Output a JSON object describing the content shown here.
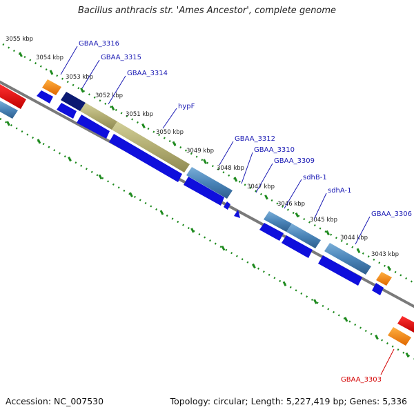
{
  "title": "Bacillus anthracis str. 'Ames Ancestor', complete genome",
  "footer": {
    "accession": "Accession: NC_007530",
    "topology": "Topology: circular; Length: 5,227,419 bp; Genes: 5,336"
  },
  "colors": {
    "backbone": "#7a7a7a",
    "tick_green": "#1e8a1e",
    "cds_blue": "#0f0fdc",
    "gene_steel": "#4a84b8",
    "gene_navy": "#0b1a72",
    "gene_olive": "#b2ad72",
    "gene_orange": "#f08010",
    "gene_red": "#e80000",
    "label_blue": "#1a1ab4",
    "label_red": "#d40000"
  },
  "kbp_labels": [
    "3055 kbp",
    "3054 kbp",
    "3053 kbp",
    "3052 kbp",
    "3051 kbp",
    "3050 kbp",
    "3049 kbp",
    "3048 kbp",
    "3047 kbp",
    "3046 kbp",
    "3045 kbp",
    "3044 kbp",
    "3043 kbp"
  ],
  "gene_labels": [
    "GBAA_3316",
    "GBAA_3315",
    "GBAA_3314",
    "hypF",
    "GBAA_3312",
    "GBAA_3310",
    "GBAA_3309",
    "sdhB-1",
    "sdhA-1",
    "GBAA_3306",
    "GBAA_3303"
  ]
}
